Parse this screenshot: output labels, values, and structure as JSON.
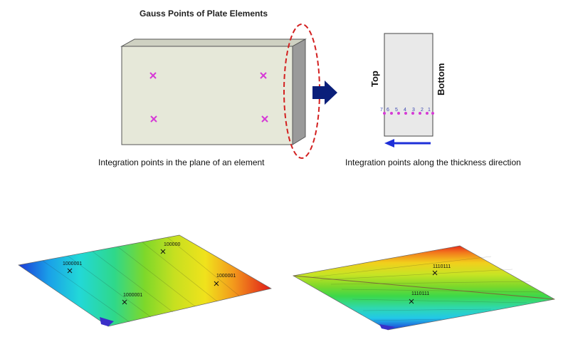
{
  "title": "Gauss Points of Plate Elements",
  "captions": {
    "plane": "Integration points in the plane of an element",
    "thickness": "Integration points along the thickness direction"
  },
  "thickness_labels": {
    "top": "Top",
    "bottom": "Bottom"
  },
  "thickness_point_numbers": [
    "7",
    "6",
    "5",
    "4",
    "3",
    "2",
    "1"
  ],
  "contour_left_labels": [
    "1000001",
    "100000",
    "1000001",
    "1000001"
  ],
  "contour_right_labels": [
    "1110111",
    "1110111"
  ],
  "colors": {
    "plate_face": "#e6e8d9",
    "plate_side": "#9a9a9a",
    "gauss_marker": "#d63ad6",
    "ellipse": "#d32020",
    "arrow": "#0a1f7a",
    "direction_arrow": "#1e2fd8"
  }
}
